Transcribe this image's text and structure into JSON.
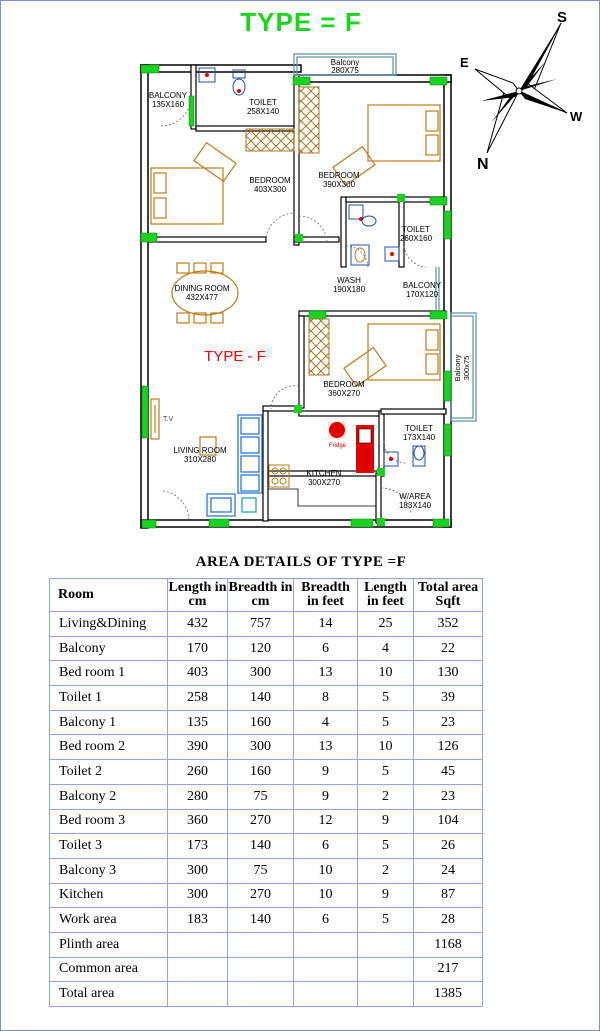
{
  "title": "TYPE = F",
  "compass": {
    "S": "S",
    "E": "E",
    "W": "W",
    "N": "N"
  },
  "plan_label": "TYPE  -  F",
  "rooms": [
    {
      "id": "balcony-top",
      "name": "Balcony",
      "dims": "280X75"
    },
    {
      "id": "balcony-1",
      "name": "BALCONY",
      "dims": "135X160"
    },
    {
      "id": "toilet-1",
      "name": "TOILET",
      "dims": "258X140"
    },
    {
      "id": "bedroom-1",
      "name": "BEDROOM",
      "dims": "403X300"
    },
    {
      "id": "bedroom-2",
      "name": "BEDROOM",
      "dims": "390X300"
    },
    {
      "id": "toilet-2",
      "name": "TOILET",
      "dims": "260X160"
    },
    {
      "id": "dining",
      "name": "DINING ROOM",
      "dims": "432X477"
    },
    {
      "id": "wash",
      "name": "WASH",
      "dims": "190X180"
    },
    {
      "id": "balcony-2",
      "name": "BALCONY",
      "dims": "170X120"
    },
    {
      "id": "balcony-side",
      "name": "Balcony",
      "dims": "300x75"
    },
    {
      "id": "bedroom-3",
      "name": "BEDROOM",
      "dims": "360X270"
    },
    {
      "id": "toilet-3",
      "name": "TOILET",
      "dims": "173X140"
    },
    {
      "id": "living",
      "name": "LIVING ROOM",
      "dims": "310X280"
    },
    {
      "id": "kitchen",
      "name": "KITCHEN",
      "dims": "300X270"
    },
    {
      "id": "work-area",
      "name": "W/AREA",
      "dims": "183X140"
    }
  ],
  "fixture_labels": {
    "tv": "T.V",
    "fridge": "Fridge"
  },
  "area_heading": "AREA DETAILS OF TYPE =F",
  "table": {
    "headers": [
      "Room",
      "Length in cm",
      "Breadth in cm",
      "Breadth in feet",
      "Length in feet",
      "Total area Sqft"
    ],
    "rows": [
      [
        "Living&Dining",
        "432",
        "757",
        "14",
        "25",
        "352"
      ],
      [
        "Balcony",
        "170",
        "120",
        "6",
        "4",
        "22"
      ],
      [
        "Bed room 1",
        "403",
        "300",
        "13",
        "10",
        "130"
      ],
      [
        "Toilet 1",
        "258",
        "140",
        "8",
        "5",
        "39"
      ],
      [
        "Balcony 1",
        "135",
        "160",
        "4",
        "5",
        "23"
      ],
      [
        "Bed room 2",
        "390",
        "300",
        "13",
        "10",
        "126"
      ],
      [
        "Toilet 2",
        "260",
        "160",
        "9",
        "5",
        "45"
      ],
      [
        "Balcony 2",
        "280",
        "75",
        "9",
        "2",
        "23"
      ],
      [
        "Bed room 3",
        "360",
        "270",
        "12",
        "9",
        "104"
      ],
      [
        "Toilet 3",
        "173",
        "140",
        "6",
        "5",
        "26"
      ],
      [
        "Balcony 3",
        "300",
        "75",
        "10",
        "2",
        "24"
      ],
      [
        "Kitchen",
        "300",
        "270",
        "10",
        "9",
        "87"
      ],
      [
        "Work area",
        "183",
        "140",
        "6",
        "5",
        "28"
      ],
      [
        "Plinth area",
        "",
        "",
        "",
        "",
        "1168"
      ],
      [
        "Common area",
        "",
        "",
        "",
        "",
        "217"
      ],
      [
        "Total area",
        "",
        "",
        "",
        "",
        "1385"
      ]
    ]
  },
  "colors": {
    "title": "#17d81a",
    "wall": "#000000",
    "window": "#19d41f",
    "balcony_rail": "#5a8fa8",
    "furniture": "#c07a14",
    "sofa": "#1f6ad0",
    "plan_label": "#ff0000",
    "fridge": "#e00000",
    "table_border": "#8ea6e8",
    "page_border": "#7a8fd0"
  }
}
